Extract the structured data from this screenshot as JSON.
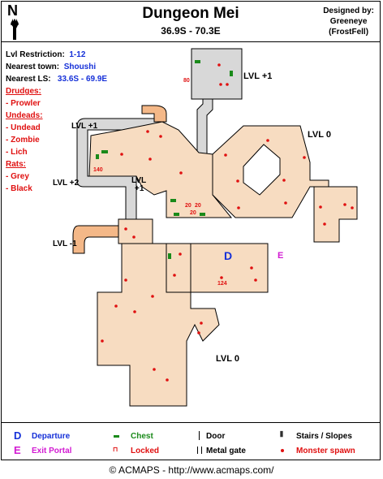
{
  "header": {
    "compass": "N",
    "title": "Dungeon Mei",
    "coords": "36.9S - 70.3E",
    "credit_line1": "Designed by:",
    "credit_line2": "Greeneye",
    "credit_line3": "(FrostFell)"
  },
  "info": {
    "lvl_label": "Lvl Restriction:",
    "lvl_value": "1-12",
    "town_label": "Nearest town:",
    "town_value": "Shoushi",
    "ls_label": "Nearest LS:",
    "ls_value": "33.6S - 69.9E",
    "groups": [
      {
        "title": "Drudges:",
        "items": [
          "- Prowler"
        ]
      },
      {
        "title": "Undeads:",
        "items": [
          "- Undead",
          "- Zombie",
          "- Lich"
        ]
      },
      {
        "title": "Rats:",
        "items": [
          "- Grey",
          "- Black"
        ]
      }
    ]
  },
  "map_labels": {
    "lvl_plus1_top": "LVL +1",
    "lvl_0_right": "LVL 0",
    "lvl_plus1_left": "LVL +1",
    "lvl_plus2": "LVL +2",
    "lvl_plus1_mid_a": "LVL",
    "lvl_plus1_mid_b": "+1",
    "lvl_minus1": "LVL -1",
    "lvl_0_bottom": "LVL 0",
    "departure_marker": "D",
    "exit_marker": "E",
    "locked_80": "80",
    "locked_140": "140",
    "locked_124": "124",
    "locked_20a": "20",
    "locked_20b": "20",
    "locked_20c": "20"
  },
  "legend": {
    "d_symbol": "D",
    "departure": "Departure",
    "e_symbol": "E",
    "exit": "Exit Portal",
    "chest": "Chest",
    "locked": "Locked",
    "door": "Door",
    "gate": "Metal gate",
    "stairs": "Stairs / Slopes",
    "monster": "Monster spawn"
  },
  "footer": "© ACMAPS - http://www.acmaps.com/",
  "colors": {
    "floor": "#f7dcc1",
    "hall_gray": "#d8d8d8",
    "ramp_orange": "#f4b888",
    "spawn": "#e01010",
    "chest": "#1a8a1a",
    "departure": "#1530d8",
    "exit": "#d21ad2"
  }
}
